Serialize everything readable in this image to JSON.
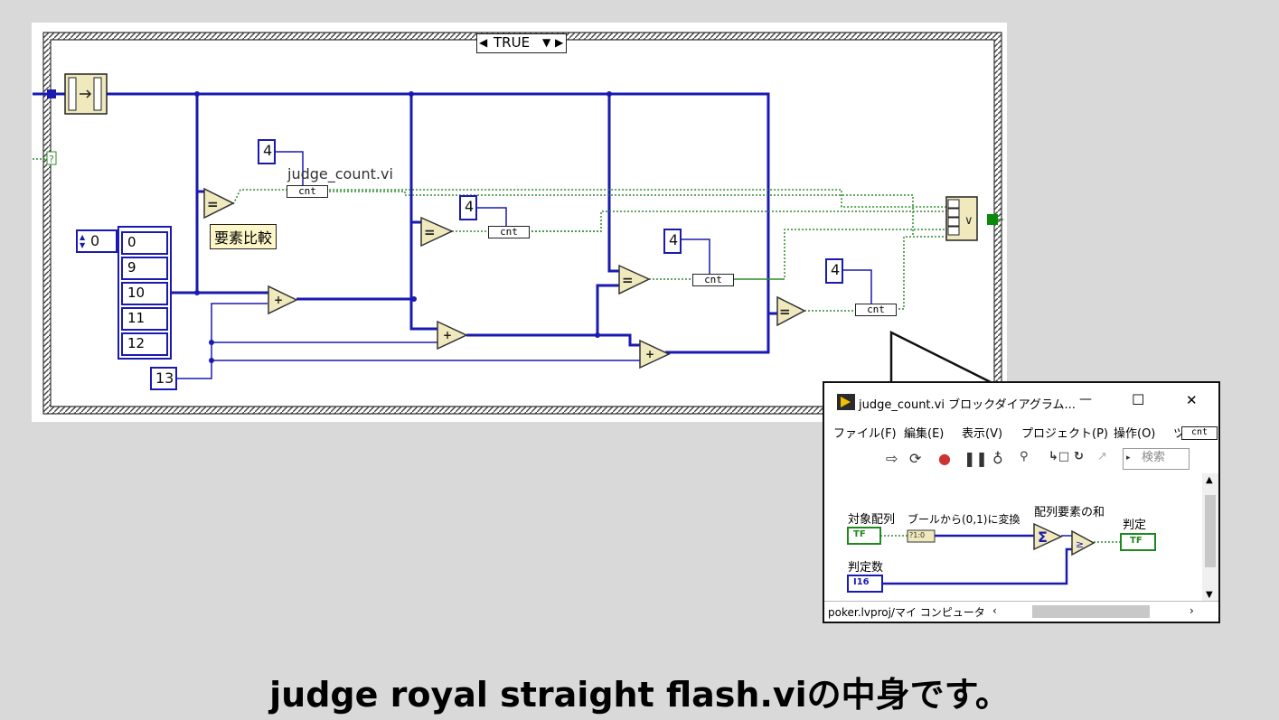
{
  "diagram": {
    "case_selector": "TRUE",
    "array_index_control": "0",
    "array_values": [
      "0",
      "9",
      "10",
      "11",
      "12"
    ],
    "const_13": "13",
    "const_4": [
      "4",
      "4",
      "4",
      "4"
    ],
    "subvi_label": "judge_count.vi",
    "subvi_text": "cnt",
    "compare_label": "要素比較",
    "eq_symbol": "=",
    "add_symbol": "+",
    "or_symbol": "∨"
  },
  "window": {
    "title": "judge_count.vi ブロックダイアグラム...",
    "controls": {
      "minimize": "—",
      "maximize": "☐",
      "close": "✕"
    },
    "menu": [
      "ファイル(F)",
      "編集(E)",
      "表示(V)",
      "プロジェクト(P)",
      "操作(O)",
      "ツ"
    ],
    "corner_icon_text": "cnt",
    "search_placeholder": "検索",
    "labels": {
      "target_array": "対象配列",
      "bool_convert": "ブールから(0,1)に変換",
      "array_sum": "配列要素の和",
      "judge": "判定",
      "judge_count": "判定数"
    },
    "terminals": {
      "tf_in": "TF",
      "tf_out": "TF",
      "i16": "I16",
      "convert": "?1:0"
    },
    "status_path": "poker.lvproj/マイ コンピュータ"
  },
  "caption": "judge royal straight flash.viの中身です。",
  "colors": {
    "wire_blue": "#1a1ab0",
    "wire_green": "#2e8b2e",
    "node_fill": "#efe9bd",
    "background": "#d9d9d9"
  }
}
